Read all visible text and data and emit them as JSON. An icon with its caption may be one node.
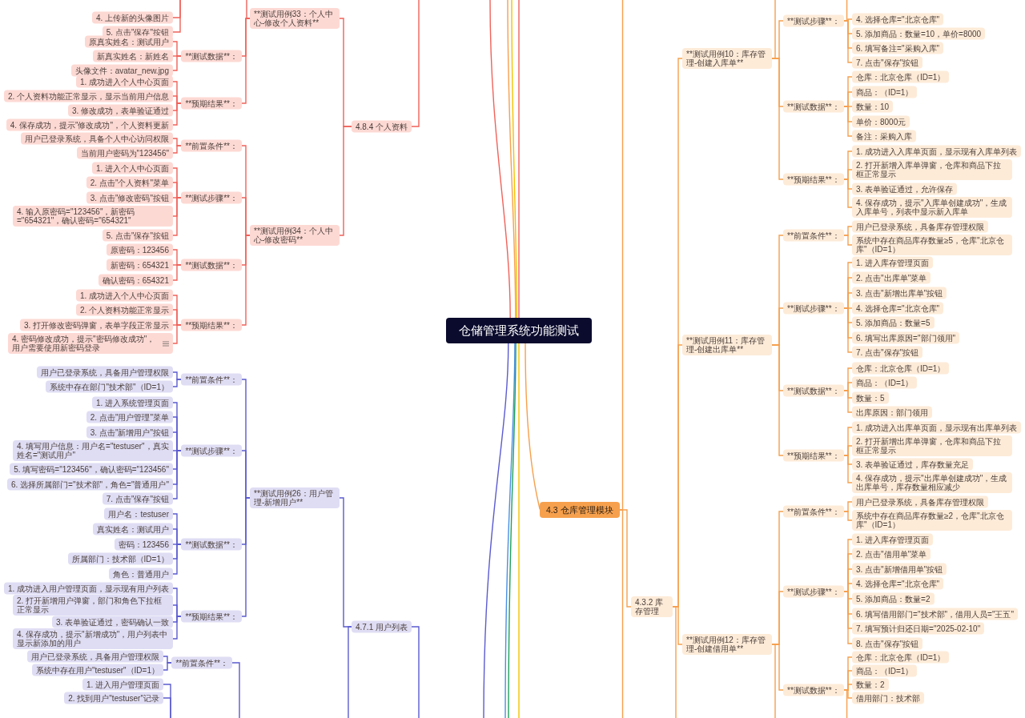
{
  "diagram": {
    "nodes": [
      {
        "text": [
          "仓储管理系统功能测试"
        ]
      },
      {
        "text": [
          "4.8.4 个人资料"
        ]
      },
      {
        "text": [
          "**测试用例33：个人中心-修改个人资料**"
        ]
      },
      {
        "text": [
          "4. 上传新的头像图片"
        ]
      },
      {
        "text": [
          "5. 点击\"保存\"按钮"
        ]
      },
      {
        "text": [
          "**测试数据**："
        ]
      },
      {
        "text": [
          "原真实姓名：测试用户"
        ]
      },
      {
        "text": [
          "新真实姓名：新姓名"
        ]
      },
      {
        "text": [
          "头像文件：avatar_new.jpg"
        ]
      },
      {
        "text": [
          "**预期结果**："
        ]
      },
      {
        "text": [
          "1. 成功进入个人中心页面"
        ]
      },
      {
        "text": [
          "2. 个人资料功能正常显示，显示当前用户信息"
        ]
      },
      {
        "text": [
          "3. 修改成功，表单验证通过"
        ]
      },
      {
        "text": [
          "4. 保存成功，提示\"修改成功\"，个人资料更新"
        ]
      },
      {
        "text": [
          "**测试用例34：个人中心-修改密码**"
        ]
      },
      {
        "text": [
          "**前置条件**："
        ]
      },
      {
        "text": [
          "用户已登录系统，具备个人中心访问权限"
        ]
      },
      {
        "text": [
          "当前用户密码为\"123456\""
        ]
      },
      {
        "text": [
          "**测试步骤**："
        ]
      },
      {
        "text": [
          "1. 进入个人中心页面"
        ]
      },
      {
        "text": [
          "2. 点击\"个人资料\"菜单"
        ]
      },
      {
        "text": [
          "3. 点击\"修改密码\"按钮"
        ]
      },
      {
        "text": [
          "4. 输入原密码=\"123456\"，新密码=\"654321\"，确认密码=\"654321\""
        ]
      },
      {
        "text": [
          "5. 点击\"保存\"按钮"
        ]
      },
      {
        "text": [
          "**测试数据**："
        ]
      },
      {
        "text": [
          "原密码：123456"
        ]
      },
      {
        "text": [
          "新密码：654321"
        ]
      },
      {
        "text": [
          "确认密码：654321"
        ]
      },
      {
        "text": [
          "**预期结果**："
        ]
      },
      {
        "text": [
          "1. 成功进入个人中心页面"
        ]
      },
      {
        "text": [
          "2. 个人资料功能正常显示"
        ]
      },
      {
        "text": [
          "3. 打开修改密码弹窗，表单字段正常显示"
        ]
      },
      {
        "text": [
          "4. 密码修改成功，提示\"密码修改成功\"，用户需要使用新密码登录"
        ]
      },
      {
        "text": [
          "4.7.1 用户列表"
        ]
      },
      {
        "text": [
          "**测试用例26：用户管理-新增用户**"
        ]
      },
      {
        "text": [
          "**前置条件**："
        ]
      },
      {
        "text": [
          "用户已登录系统，具备用户管理权限"
        ]
      },
      {
        "text": [
          "系统中存在部门\"技术部\"（ID=1）"
        ]
      },
      {
        "text": [
          "**测试步骤**："
        ]
      },
      {
        "text": [
          "1. 进入系统管理页面"
        ]
      },
      {
        "text": [
          "2. 点击\"用户管理\"菜单"
        ]
      },
      {
        "text": [
          "3. 点击\"新增用户\"按钮"
        ]
      },
      {
        "text": [
          "4. 填写用户信息：用户名=\"testuser\"，真实姓名=\"测试用户\""
        ]
      },
      {
        "text": [
          "5. 填写密码=\"123456\"，确认密码=\"123456\""
        ]
      },
      {
        "text": [
          "6. 选择所属部门=\"技术部\"，角色=\"普通用户\""
        ]
      },
      {
        "text": [
          "7. 点击\"保存\"按钮"
        ]
      },
      {
        "text": [
          "**测试数据**："
        ]
      },
      {
        "text": [
          "用户名：testuser"
        ]
      },
      {
        "text": [
          "真实姓名：测试用户"
        ]
      },
      {
        "text": [
          "密码：123456"
        ]
      },
      {
        "text": [
          "所属部门：技术部（ID=1）"
        ]
      },
      {
        "text": [
          "角色：普通用户"
        ]
      },
      {
        "text": [
          "**预期结果**："
        ]
      },
      {
        "text": [
          "1. 成功进入用户管理页面，显示现有用户列表"
        ]
      },
      {
        "text": [
          "2. 打开新增用户弹窗，部门和角色下拉框正常显示"
        ]
      },
      {
        "text": [
          "3. 表单验证通过，密码确认一致"
        ]
      },
      {
        "text": [
          "4. 保存成功，提示\"新增成功\"，用户列表中显示新添加的用户"
        ]
      },
      {
        "text": [
          "**前置条件**："
        ]
      },
      {
        "text": [
          "用户已登录系统，具备用户管理权限"
        ]
      },
      {
        "text": [
          "系统中存在用户\"testuser\"（ID=1）"
        ]
      },
      {
        "text": [
          "1. 进入用户管理页面"
        ]
      },
      {
        "text": [
          "2. 找到用户\"testuser\"记录"
        ]
      },
      {
        "text": [
          "4.3 仓库管理模块"
        ]
      },
      {
        "text": [
          "4.3.2 库存管理"
        ]
      },
      {
        "text": [
          "**测试用例10：库存管理-创建入库单**"
        ]
      },
      {
        "text": [
          "**测试步骤**："
        ]
      },
      {
        "text": [
          "4. 选择仓库=\"北京仓库\""
        ]
      },
      {
        "text": [
          "5. 添加商品：数量=10，单价=8000"
        ]
      },
      {
        "text": [
          "6. 填写备注=\"采购入库\""
        ]
      },
      {
        "text": [
          "7. 点击\"保存\"按钮"
        ]
      },
      {
        "text": [
          "**测试数据**："
        ]
      },
      {
        "text": [
          "仓库：北京仓库（ID=1）"
        ]
      },
      {
        "text": [
          "商品：（ID=1）"
        ]
      },
      {
        "text": [
          "数量：10"
        ]
      },
      {
        "text": [
          "单价：8000元"
        ]
      },
      {
        "text": [
          "备注：采购入库"
        ]
      },
      {
        "text": [
          "**预期结果**："
        ]
      },
      {
        "text": [
          "1. 成功进入入库单页面，显示现有入库单列表"
        ]
      },
      {
        "text": [
          "2. 打开新增入库单弹窗，仓库和商品下拉框正常显示"
        ]
      },
      {
        "text": [
          "3. 表单验证通过，允许保存"
        ]
      },
      {
        "text": [
          "4. 保存成功，提示\"入库单创建成功\"，生成入库单号，列表中显示新入库单"
        ]
      },
      {
        "text": [
          "**测试用例11：库存管理-创建出库单**"
        ]
      },
      {
        "text": [
          "**前置条件**："
        ]
      },
      {
        "text": [
          "用户已登录系统，具备库存管理权限"
        ]
      },
      {
        "text": [
          "系统中存在商品库存数量≥5，仓库\"北京仓库\"（ID=1）"
        ]
      },
      {
        "text": [
          "**测试步骤**："
        ]
      },
      {
        "text": [
          "1. 进入库存管理页面"
        ]
      },
      {
        "text": [
          "2. 点击\"出库单\"菜单"
        ]
      },
      {
        "text": [
          "3. 点击\"新增出库单\"按钮"
        ]
      },
      {
        "text": [
          "4. 选择仓库=\"北京仓库\""
        ]
      },
      {
        "text": [
          "5. 添加商品：数量=5"
        ]
      },
      {
        "text": [
          "6. 填写出库原因=\"部门领用\""
        ]
      },
      {
        "text": [
          "7. 点击\"保存\"按钮"
        ]
      },
      {
        "text": [
          "**测试数据**："
        ]
      },
      {
        "text": [
          "仓库：北京仓库（ID=1）"
        ]
      },
      {
        "text": [
          "商品：（ID=1）"
        ]
      },
      {
        "text": [
          "数量：5"
        ]
      },
      {
        "text": [
          "出库原因：部门领用"
        ]
      },
      {
        "text": [
          "**预期结果**："
        ]
      },
      {
        "text": [
          "1. 成功进入出库单页面，显示现有出库单列表"
        ]
      },
      {
        "text": [
          "2. 打开新增出库单弹窗，仓库和商品下拉框正常显示"
        ]
      },
      {
        "text": [
          "3. 表单验证通过，库存数量充足"
        ]
      },
      {
        "text": [
          "4. 保存成功，提示\"出库单创建成功\"，生成出库单号，库存数量相应减少"
        ]
      },
      {
        "text": [
          "**测试用例12：库存管理-创建借用单**"
        ]
      },
      {
        "text": [
          "**前置条件**："
        ]
      },
      {
        "text": [
          "用户已登录系统，具备库存管理权限"
        ]
      },
      {
        "text": [
          "系统中存在商品库存数量≥2，仓库\"北京仓库\"（ID=1）"
        ]
      },
      {
        "text": [
          "**测试步骤**："
        ]
      },
      {
        "text": [
          "1. 进入库存管理页面"
        ]
      },
      {
        "text": [
          "2. 点击\"借用单\"菜单"
        ]
      },
      {
        "text": [
          "3. 点击\"新增借用单\"按钮"
        ]
      },
      {
        "text": [
          "4. 选择仓库=\"北京仓库\""
        ]
      },
      {
        "text": [
          "5. 添加商品：数量=2"
        ]
      },
      {
        "text": [
          "6. 填写借用部门=\"技术部\"，借用人员=\"王五\""
        ]
      },
      {
        "text": [
          "7. 填写预计归还日期=\"2025-02-10\""
        ]
      },
      {
        "text": [
          "8. 点击\"保存\"按钮"
        ]
      },
      {
        "text": [
          "**测试数据**："
        ]
      },
      {
        "text": [
          "仓库：北京仓库（ID=1）"
        ]
      },
      {
        "text": [
          "商品：（ID=1）"
        ]
      },
      {
        "text": [
          "数量：2"
        ]
      },
      {
        "text": [
          "借用部门：技术部"
        ]
      }
    ],
    "edges": [
      {
        "from": 0,
        "to": null,
        "arrow": "none",
        "color": "#f0625a"
      },
      {
        "from": 0,
        "to": null,
        "arrow": "none"
      },
      {
        "from": 0,
        "to": null,
        "arrow": "none",
        "color": "#f2c200"
      },
      {
        "from": 0,
        "to": null,
        "arrow": "none",
        "color": "#f0625a"
      },
      {
        "from": 0,
        "to": null,
        "arrow": "none",
        "color": "#5b5bd0"
      },
      {
        "from": 0,
        "to": null,
        "arrow": "none",
        "color": "#4a90e2"
      },
      {
        "from": 0,
        "to": null,
        "arrow": "none",
        "color": "#1ea05a"
      },
      {
        "from": 0,
        "to": null,
        "arrow": "none",
        "color": "#f2c200"
      },
      {
        "from": 0,
        "to": 62,
        "arrow": "none"
      },
      {
        "from": null,
        "to": 1,
        "arrow": "none",
        "color": "#f0625a"
      },
      {
        "from": 1,
        "to": 2,
        "arrow": "none",
        "color": "#f0625a"
      },
      {
        "from": 1,
        "to": 14,
        "arrow": "none",
        "color": "#f0625a"
      },
      {
        "from": 2,
        "to": null,
        "arrow": "none",
        "color": "#f0625a"
      },
      {
        "from": null,
        "to": 3,
        "arrow": "none",
        "color": "#f0625a"
      },
      {
        "from": null,
        "to": 4,
        "arrow": "none",
        "color": "#f0625a"
      },
      {
        "from": 2,
        "to": 5,
        "arrow": "none",
        "color": "#f0625a"
      },
      {
        "from": 5,
        "to": 6,
        "arrow": "none",
        "color": "#f0625a"
      },
      {
        "from": 5,
        "to": 7,
        "arrow": "none",
        "color": "#f0625a"
      },
      {
        "from": 5,
        "to": 8,
        "arrow": "none",
        "color": "#f0625a"
      },
      {
        "from": 2,
        "to": 9,
        "arrow": "none",
        "color": "#f0625a"
      },
      {
        "from": 9,
        "to": 10,
        "arrow": "none",
        "color": "#f0625a"
      },
      {
        "from": 9,
        "to": 11,
        "arrow": "none",
        "color": "#f0625a"
      },
      {
        "from": 9,
        "to": 12,
        "arrow": "none",
        "color": "#f0625a"
      },
      {
        "from": 9,
        "to": 13,
        "arrow": "none",
        "color": "#f0625a"
      },
      {
        "from": 14,
        "to": 15,
        "arrow": "none",
        "color": "#f0625a"
      },
      {
        "from": 15,
        "to": 16,
        "arrow": "none",
        "color": "#f0625a"
      },
      {
        "from": 15,
        "to": 17,
        "arrow": "none",
        "color": "#f0625a"
      },
      {
        "from": 14,
        "to": 18,
        "arrow": "none",
        "color": "#f0625a"
      },
      {
        "from": 18,
        "to": 19,
        "arrow": "none",
        "color": "#f0625a"
      },
      {
        "from": 18,
        "to": 20,
        "arrow": "none",
        "color": "#f0625a"
      },
      {
        "from": 18,
        "to": 21,
        "arrow": "none",
        "color": "#f0625a"
      },
      {
        "from": 18,
        "to": 22,
        "arrow": "none",
        "color": "#f0625a"
      },
      {
        "from": 18,
        "to": 23,
        "arrow": "none",
        "color": "#f0625a"
      },
      {
        "from": 14,
        "to": 24,
        "arrow": "none",
        "color": "#f0625a"
      },
      {
        "from": 24,
        "to": 25,
        "arrow": "none",
        "color": "#f0625a"
      },
      {
        "from": 24,
        "to": 26,
        "arrow": "none",
        "color": "#f0625a"
      },
      {
        "from": 24,
        "to": 27,
        "arrow": "none",
        "color": "#f0625a"
      },
      {
        "from": 14,
        "to": 28,
        "arrow": "none",
        "color": "#f0625a"
      },
      {
        "from": 28,
        "to": 29,
        "arrow": "none",
        "color": "#f0625a"
      },
      {
        "from": 28,
        "to": 30,
        "arrow": "none",
        "color": "#f0625a"
      },
      {
        "from": 28,
        "to": 31,
        "arrow": "none",
        "color": "#f0625a"
      },
      {
        "from": 28,
        "to": 32,
        "arrow": "none",
        "color": "#f0625a"
      },
      {
        "from": null,
        "to": 33,
        "arrow": "none",
        "color": "#5b5bd0"
      },
      {
        "from": 33,
        "to": 34,
        "arrow": "none",
        "color": "#5b5bd0"
      },
      {
        "from": 33,
        "to": null,
        "arrow": "none",
        "color": "#5b5bd0"
      },
      {
        "from": 34,
        "to": 35,
        "arrow": "none",
        "color": "#5b5bd0"
      },
      {
        "from": 35,
        "to": 36,
        "arrow": "none",
        "color": "#5b5bd0"
      },
      {
        "from": 35,
        "to": 37,
        "arrow": "none",
        "color": "#5b5bd0"
      },
      {
        "from": 34,
        "to": 38,
        "arrow": "none",
        "color": "#5b5bd0"
      },
      {
        "from": 38,
        "to": 39,
        "arrow": "none",
        "color": "#5b5bd0"
      },
      {
        "from": 38,
        "to": 40,
        "arrow": "none",
        "color": "#5b5bd0"
      },
      {
        "from": 38,
        "to": 41,
        "arrow": "none",
        "color": "#5b5bd0"
      },
      {
        "from": 38,
        "to": 42,
        "arrow": "none",
        "color": "#5b5bd0"
      },
      {
        "from": 38,
        "to": 43,
        "arrow": "none",
        "color": "#5b5bd0"
      },
      {
        "from": 38,
        "to": 44,
        "arrow": "none",
        "color": "#5b5bd0"
      },
      {
        "from": 38,
        "to": 45,
        "arrow": "none",
        "color": "#5b5bd0"
      },
      {
        "from": 34,
        "to": 46,
        "arrow": "none",
        "color": "#5b5bd0"
      },
      {
        "from": 46,
        "to": 47,
        "arrow": "none",
        "color": "#5b5bd0"
      },
      {
        "from": 46,
        "to": 48,
        "arrow": "none",
        "color": "#5b5bd0"
      },
      {
        "from": 46,
        "to": 49,
        "arrow": "none",
        "color": "#5b5bd0"
      },
      {
        "from": 46,
        "to": 50,
        "arrow": "none",
        "color": "#5b5bd0"
      },
      {
        "from": 46,
        "to": 51,
        "arrow": "none",
        "color": "#5b5bd0"
      },
      {
        "from": 34,
        "to": 52,
        "arrow": "none",
        "color": "#5b5bd0"
      },
      {
        "from": 52,
        "to": 53,
        "arrow": "none",
        "color": "#5b5bd0"
      },
      {
        "from": 52,
        "to": 54,
        "arrow": "none",
        "color": "#5b5bd0"
      },
      {
        "from": 52,
        "to": 55,
        "arrow": "none",
        "color": "#5b5bd0"
      },
      {
        "from": 52,
        "to": 56,
        "arrow": "none",
        "color": "#5b5bd0"
      },
      {
        "from": null,
        "to": 57,
        "arrow": "none",
        "color": "#5b5bd0"
      },
      {
        "from": 57,
        "to": 58,
        "arrow": "none",
        "color": "#5b5bd0"
      },
      {
        "from": 57,
        "to": 59,
        "arrow": "none",
        "color": "#5b5bd0"
      },
      {
        "from": null,
        "to": 60,
        "arrow": "none",
        "color": "#5b5bd0"
      },
      {
        "from": null,
        "to": 61,
        "arrow": "none",
        "color": "#5b5bd0"
      },
      {
        "from": 62,
        "to": null,
        "arrow": "none"
      },
      {
        "from": 62,
        "to": 63,
        "arrow": "none"
      },
      {
        "from": 62,
        "to": null,
        "arrow": "none"
      },
      {
        "from": 63,
        "to": 64,
        "arrow": "none"
      },
      {
        "from": 63,
        "to": 81,
        "arrow": "none"
      },
      {
        "from": 63,
        "to": 103,
        "arrow": "none"
      },
      {
        "from": 63,
        "to": null,
        "arrow": "none"
      },
      {
        "from": 64,
        "to": null,
        "arrow": "none"
      },
      {
        "from": 64,
        "to": 65,
        "arrow": "none"
      },
      {
        "from": 65,
        "to": null,
        "arrow": "none"
      },
      {
        "from": 65,
        "to": 66,
        "arrow": "none"
      },
      {
        "from": 65,
        "to": 67,
        "arrow": "none"
      },
      {
        "from": 65,
        "to": 68,
        "arrow": "none"
      },
      {
        "from": 65,
        "to": 69,
        "arrow": "none"
      },
      {
        "from": 64,
        "to": 70,
        "arrow": "none"
      },
      {
        "from": 70,
        "to": 71,
        "arrow": "none"
      },
      {
        "from": 70,
        "to": 72,
        "arrow": "none"
      },
      {
        "from": 70,
        "to": 73,
        "arrow": "none"
      },
      {
        "from": 70,
        "to": 74,
        "arrow": "none"
      },
      {
        "from": 70,
        "to": 75,
        "arrow": "none"
      },
      {
        "from": 64,
        "to": 76,
        "arrow": "none"
      },
      {
        "from": 76,
        "to": 77,
        "arrow": "none"
      },
      {
        "from": 76,
        "to": 78,
        "arrow": "none"
      },
      {
        "from": 76,
        "to": 79,
        "arrow": "none"
      },
      {
        "from": 76,
        "to": 80,
        "arrow": "none"
      },
      {
        "from": 81,
        "to": 82,
        "arrow": "none"
      },
      {
        "from": 82,
        "to": 83,
        "arrow": "none"
      },
      {
        "from": 82,
        "to": 84,
        "arrow": "none"
      },
      {
        "from": 81,
        "to": 85,
        "arrow": "none"
      },
      {
        "from": 85,
        "to": 86,
        "arrow": "none"
      },
      {
        "from": 85,
        "to": 87,
        "arrow": "none"
      },
      {
        "from": 85,
        "to": 88,
        "arrow": "none"
      },
      {
        "from": 85,
        "to": 89,
        "arrow": "none"
      },
      {
        "from": 85,
        "to": 90,
        "arrow": "none"
      },
      {
        "from": 85,
        "to": 91,
        "arrow": "none"
      },
      {
        "from": 85,
        "to": 92,
        "arrow": "none"
      },
      {
        "from": 81,
        "to": 93,
        "arrow": "none"
      },
      {
        "from": 93,
        "to": 94,
        "arrow": "none"
      },
      {
        "from": 93,
        "to": 95,
        "arrow": "none"
      },
      {
        "from": 93,
        "to": 96,
        "arrow": "none"
      },
      {
        "from": 93,
        "to": 97,
        "arrow": "none"
      },
      {
        "from": 81,
        "to": 98,
        "arrow": "none"
      },
      {
        "from": 98,
        "to": 99,
        "arrow": "none"
      },
      {
        "from": 98,
        "to": 100,
        "arrow": "none"
      },
      {
        "from": 98,
        "to": 101,
        "arrow": "none"
      },
      {
        "from": 98,
        "to": 102,
        "arrow": "none"
      },
      {
        "from": 103,
        "to": 104,
        "arrow": "none"
      },
      {
        "from": 104,
        "to": 105,
        "arrow": "none"
      },
      {
        "from": 104,
        "to": 106,
        "arrow": "none"
      },
      {
        "from": 103,
        "to": 107,
        "arrow": "none"
      },
      {
        "from": 107,
        "to": 108,
        "arrow": "none"
      },
      {
        "from": 107,
        "to": 109,
        "arrow": "none"
      },
      {
        "from": 107,
        "to": 110,
        "arrow": "none"
      },
      {
        "from": 107,
        "to": 111,
        "arrow": "none"
      },
      {
        "from": 107,
        "to": 112,
        "arrow": "none"
      },
      {
        "from": 107,
        "to": 113,
        "arrow": "none"
      },
      {
        "from": 107,
        "to": 114,
        "arrow": "none"
      },
      {
        "from": 107,
        "to": 115,
        "arrow": "none"
      },
      {
        "from": 103,
        "to": 116,
        "arrow": "none"
      },
      {
        "from": 116,
        "to": 117,
        "arrow": "none"
      },
      {
        "from": 116,
        "to": 118,
        "arrow": "none"
      },
      {
        "from": 116,
        "to": 119,
        "arrow": "none"
      },
      {
        "from": 116,
        "to": 120,
        "arrow": "none"
      },
      {
        "from": 116,
        "to": null,
        "arrow": "none"
      },
      {
        "from": 103,
        "to": null,
        "arrow": "none"
      }
    ]
  }
}
